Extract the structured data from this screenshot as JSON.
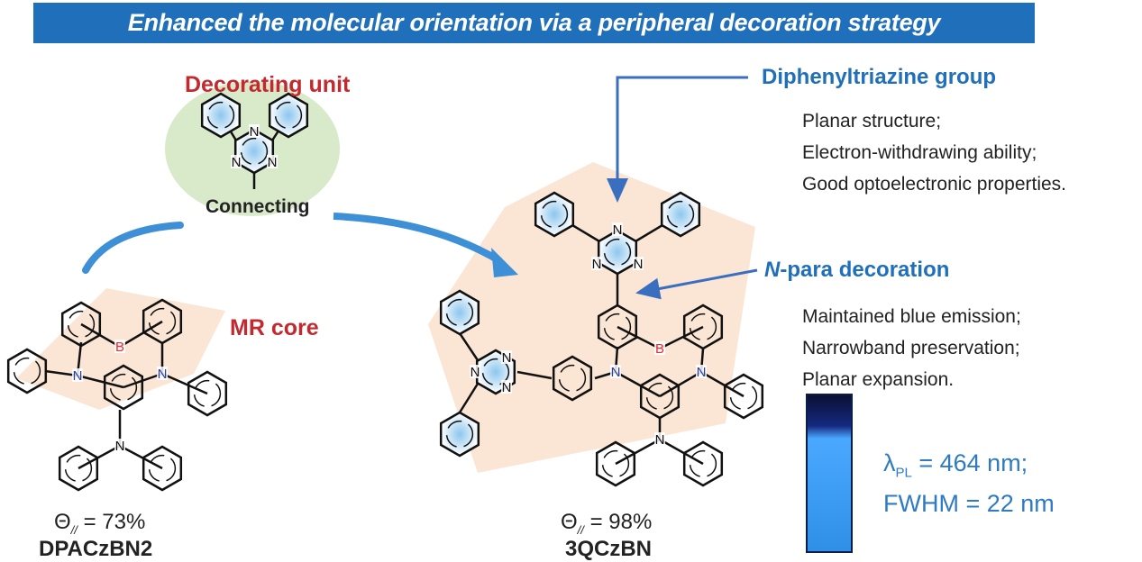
{
  "title": "Enhanced the molecular orientation via a peripheral decoration strategy",
  "decorating_unit": {
    "label": "Decorating unit",
    "connecting_label": "Connecting"
  },
  "mr_core_label": "MR core",
  "atoms": {
    "N": "N",
    "B": "B"
  },
  "diphenyltriazine": {
    "heading": "Diphenyltriazine group",
    "points": [
      "Planar structure;",
      "Electron-withdrawing ability;",
      "Good optoelectronic properties."
    ]
  },
  "n_para": {
    "heading_italic": "N",
    "heading_rest": "-para decoration",
    "points": [
      "Maintained blue emission;",
      "Narrowband preservation;",
      "Planar expansion."
    ]
  },
  "photophysics": {
    "lambda_symbol": "λ",
    "lambda_sub": "PL",
    "lambda_value": " = 464 nm;",
    "fwhm": "FWHM = 22 nm"
  },
  "compounds": [
    {
      "theta_symbol": "Θ",
      "theta_sub": "//",
      "theta_value": " = 73%",
      "name": "DPACzBN2"
    },
    {
      "theta_symbol": "Θ",
      "theta_sub": "//",
      "theta_value": " = 98%",
      "name": "3QCzBN"
    }
  ],
  "colors": {
    "banner": "#1f6fba",
    "accent_red": "#c32a30",
    "arrow_blue": "#3a6fc0",
    "green_bg": "#d9eacb",
    "core_shade": "#fbe6d6"
  }
}
